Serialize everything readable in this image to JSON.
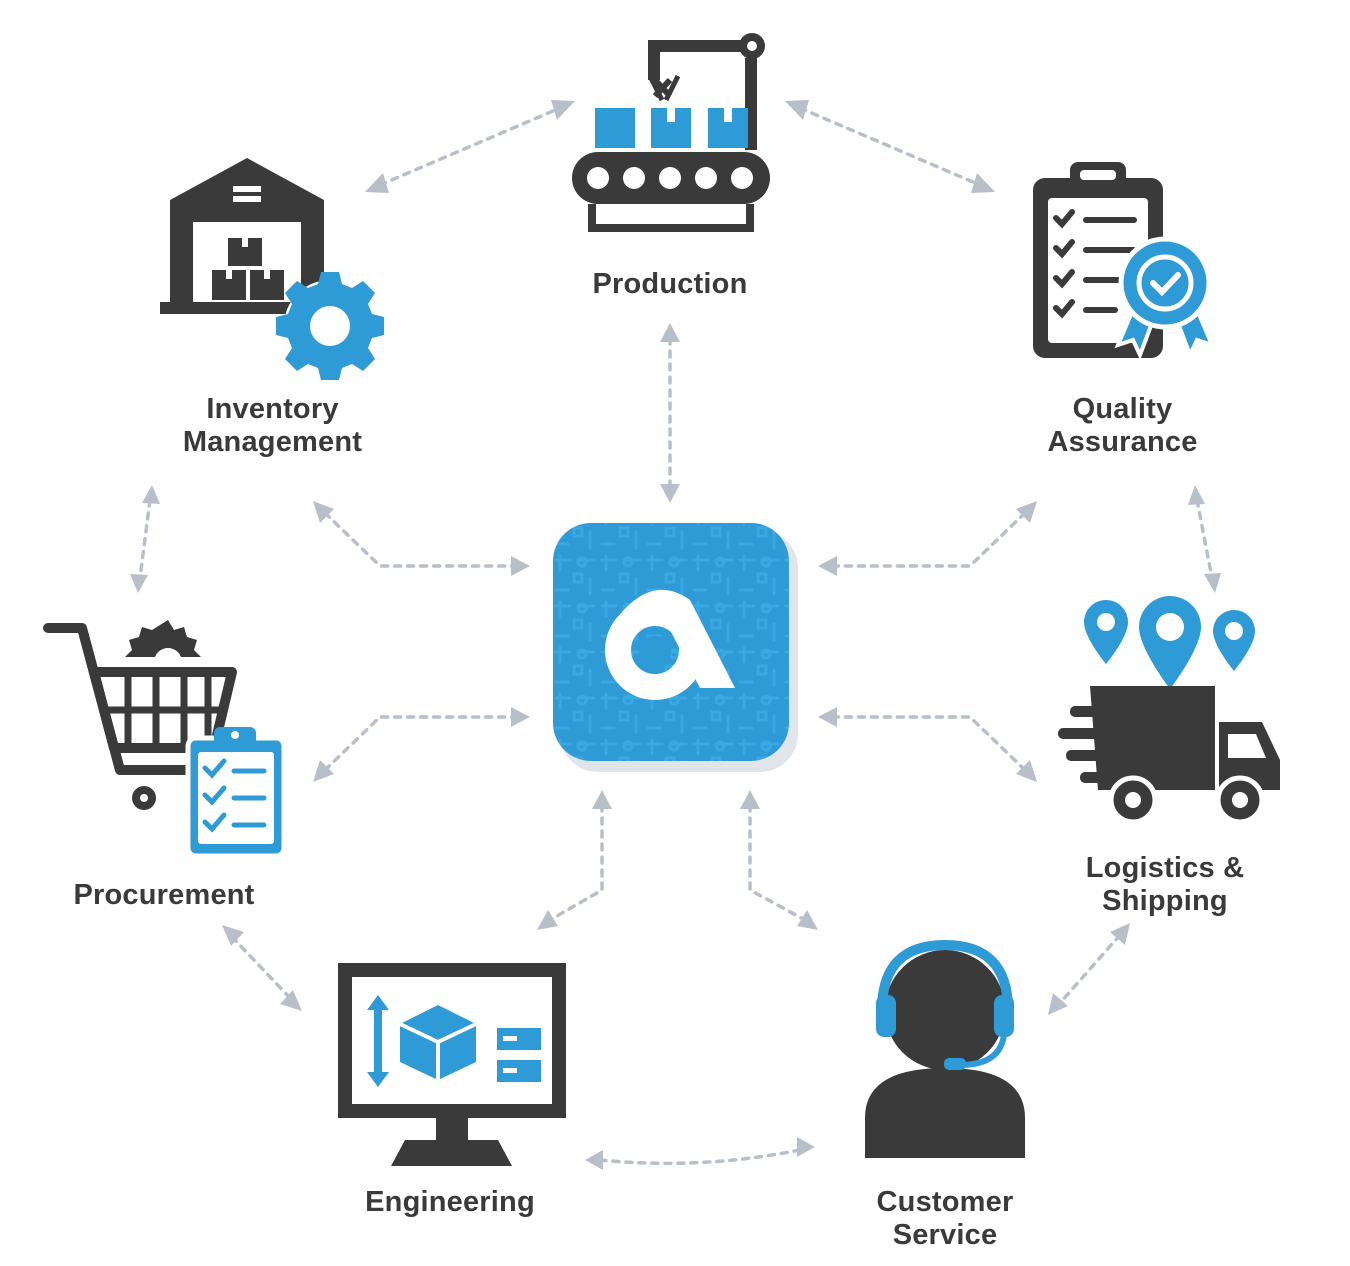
{
  "colors": {
    "accent_blue": "#2e9ad6",
    "icon_dark": "#3a3a3a",
    "arrow_gray": "#b9bfc9",
    "label_text": "#3a3a3a"
  },
  "hub": {
    "icon": "brand-logo-icon"
  },
  "nodes": {
    "production": {
      "line1": "Production",
      "icon": "conveyor-belt-icon"
    },
    "quality": {
      "line1": "Quality",
      "line2": "Assurance",
      "icon": "clipboard-badge-icon"
    },
    "logistics": {
      "line1": "Logistics &",
      "line2": "Shipping",
      "icon": "delivery-truck-icon"
    },
    "customer": {
      "line1": "Customer",
      "line2": "Service",
      "icon": "headset-agent-icon"
    },
    "engineering": {
      "line1": "Engineering",
      "icon": "cad-monitor-icon"
    },
    "procurement": {
      "line1": "Procurement",
      "icon": "shopping-cart-checklist-icon"
    },
    "inventory": {
      "line1": "Inventory",
      "line2": "Management",
      "icon": "warehouse-gear-icon"
    }
  }
}
